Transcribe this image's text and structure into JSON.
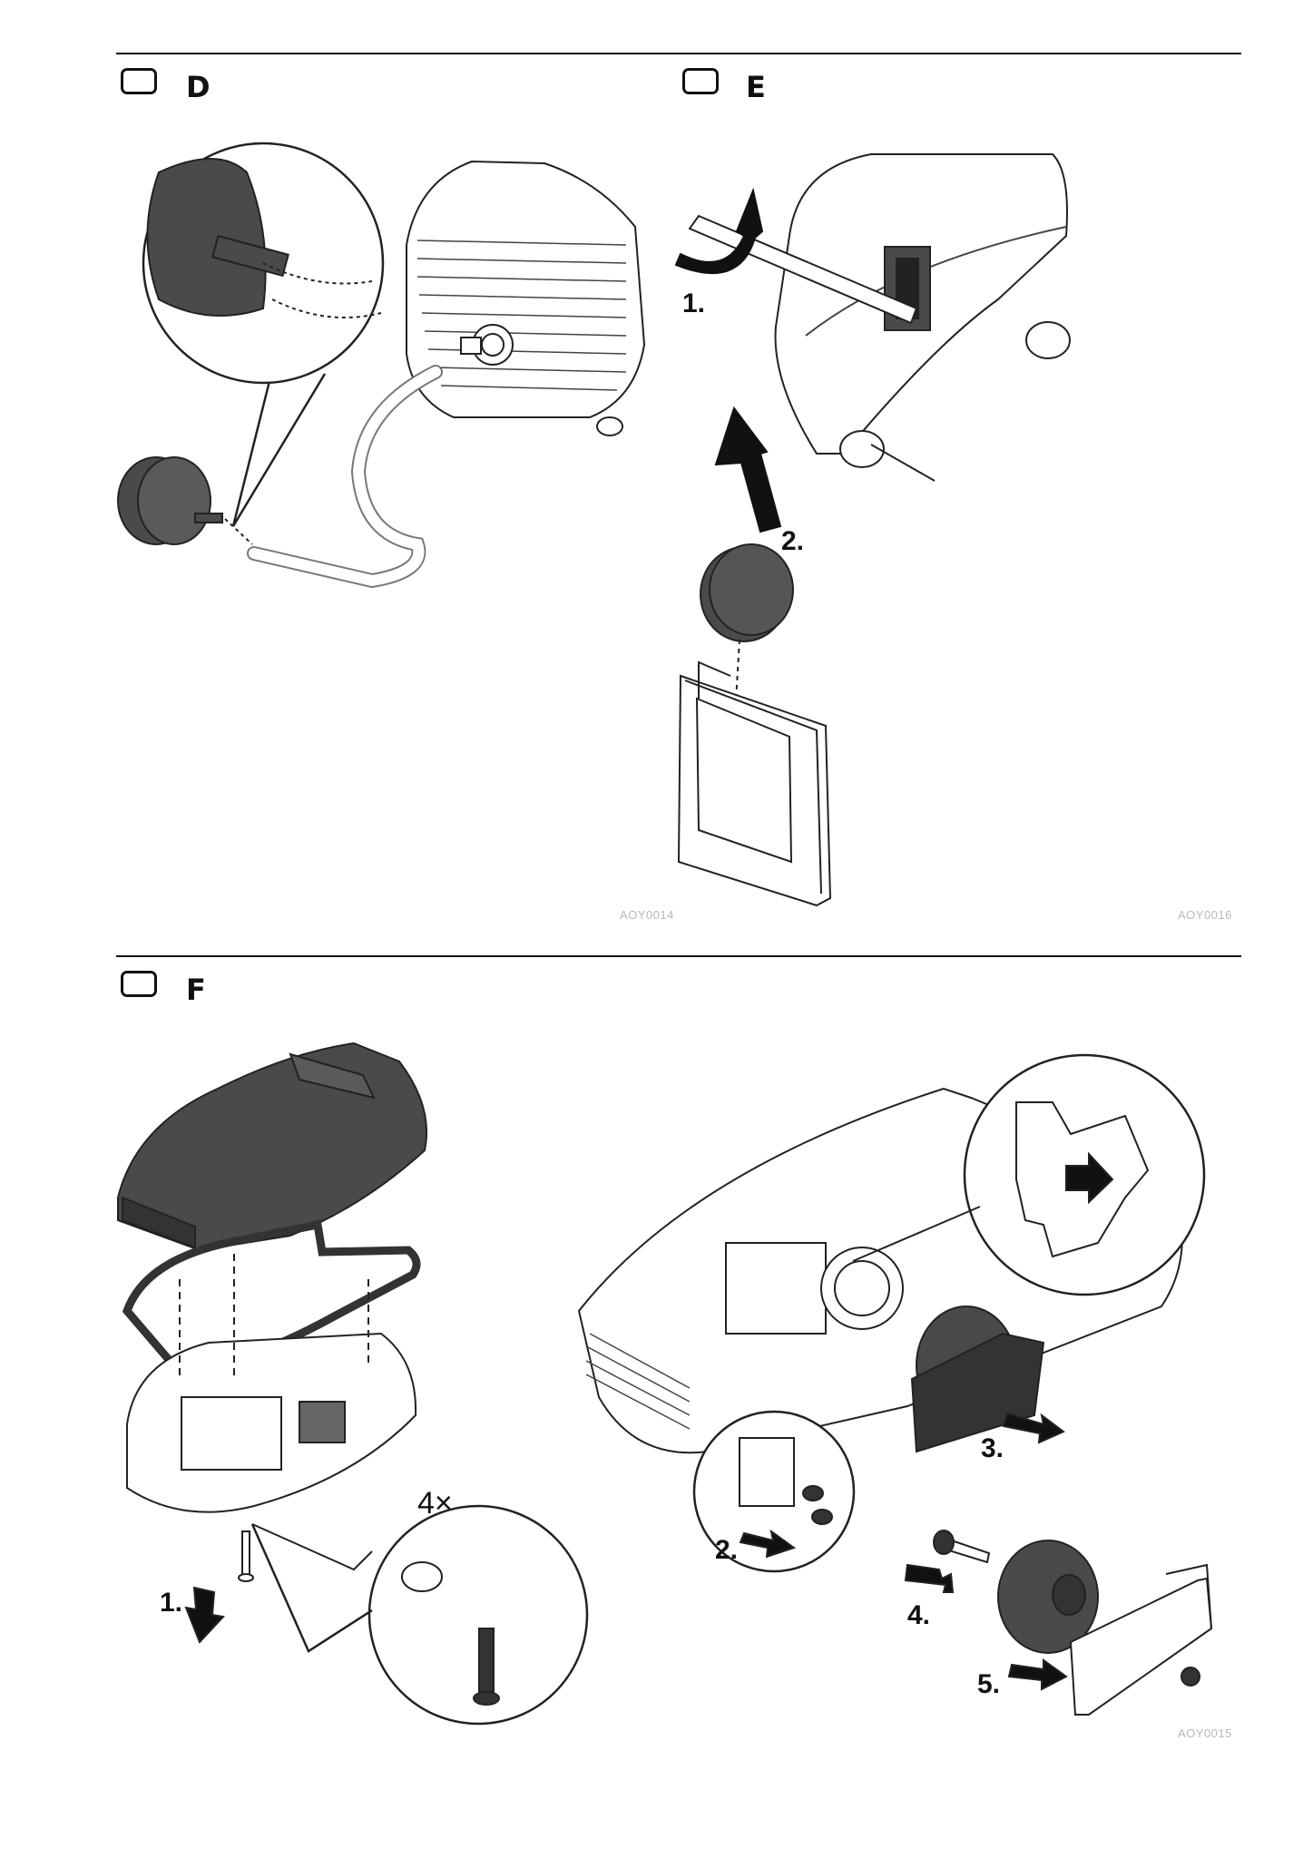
{
  "sections": {
    "d": {
      "letter": "D",
      "code": "AOY0014"
    },
    "e": {
      "letter": "E",
      "code": "AOY0016",
      "steps": [
        "1.",
        "2."
      ]
    },
    "f": {
      "letter": "F",
      "code": "AOY0015",
      "steps": [
        "1.",
        "2.",
        "3.",
        "4.",
        "5."
      ],
      "count": "4×"
    }
  },
  "colors": {
    "ink": "#111111",
    "part_fill": "#4a4a4a",
    "code_gray": "#b8b8b8"
  },
  "icons": [
    "checkbox-icon",
    "arrow-icon",
    "magnifier-callout-icon"
  ]
}
